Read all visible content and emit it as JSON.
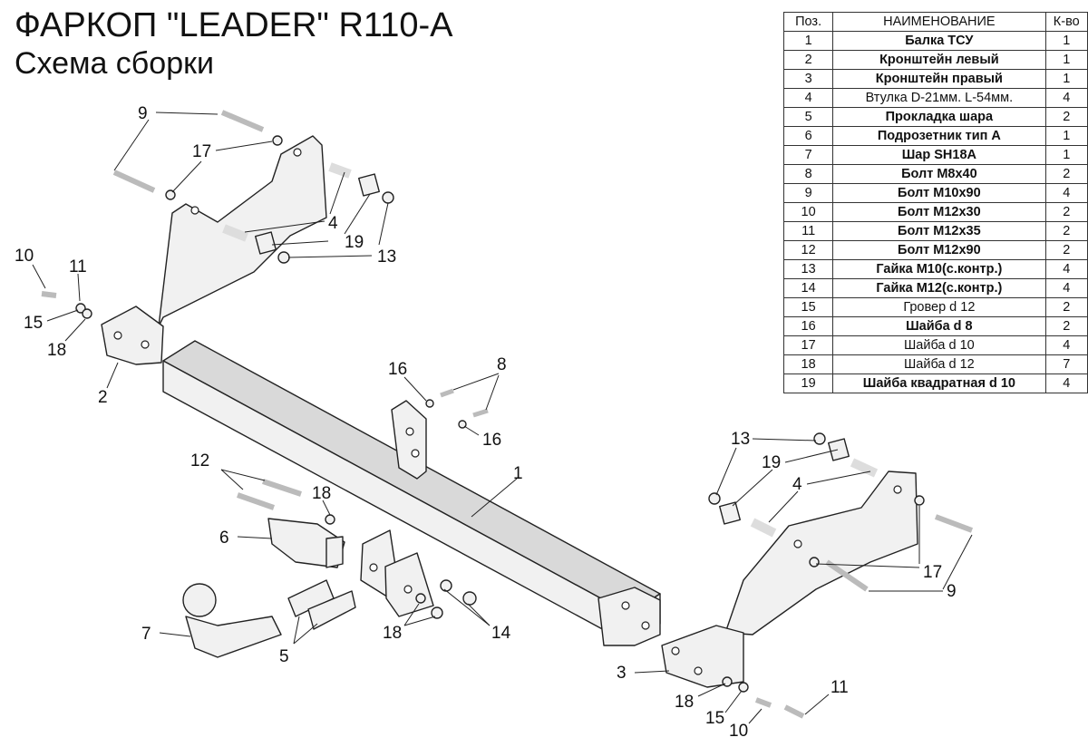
{
  "title": "ФАРКОП \"LEADER\" R110-A",
  "subtitle": "Схема сборки",
  "table": {
    "headers": [
      "Поз.",
      "НАИМЕНОВАНИЕ",
      "К-во"
    ],
    "rows": [
      {
        "pos": "1",
        "name": "Балка ТСУ",
        "qty": "1",
        "bold": true
      },
      {
        "pos": "2",
        "name": "Кронштейн левый",
        "qty": "1",
        "bold": true
      },
      {
        "pos": "3",
        "name": "Кронштейн правый",
        "qty": "1",
        "bold": true
      },
      {
        "pos": "4",
        "name": "Втулка D-21мм. L-54мм.",
        "qty": "4",
        "bold": false
      },
      {
        "pos": "5",
        "name": "Прокладка шара",
        "qty": "2",
        "bold": true
      },
      {
        "pos": "6",
        "name": "Подрозетник тип А",
        "qty": "1",
        "bold": true
      },
      {
        "pos": "7",
        "name": "Шар SH18A",
        "qty": "1",
        "bold": true
      },
      {
        "pos": "8",
        "name": "Болт М8х40",
        "qty": "2",
        "bold": true
      },
      {
        "pos": "9",
        "name": "Болт  М10х90",
        "qty": "4",
        "bold": true
      },
      {
        "pos": "10",
        "name": "Болт М12х30",
        "qty": "2",
        "bold": true
      },
      {
        "pos": "11",
        "name": "Болт М12х35",
        "qty": "2",
        "bold": true
      },
      {
        "pos": "12",
        "name": "Болт М12х90",
        "qty": "2",
        "bold": true
      },
      {
        "pos": "13",
        "name": "Гайка М10(с.контр.)",
        "qty": "4",
        "bold": true
      },
      {
        "pos": "14",
        "name": "Гайка М12(с.контр.)",
        "qty": "4",
        "bold": true
      },
      {
        "pos": "15",
        "name": "Гровер d 12",
        "qty": "2",
        "bold": false
      },
      {
        "pos": "16",
        "name": "Шайба d 8",
        "qty": "2",
        "bold": true
      },
      {
        "pos": "17",
        "name": "Шайба d 10",
        "qty": "4",
        "bold": false
      },
      {
        "pos": "18",
        "name": "Шайба d 12",
        "qty": "7",
        "bold": false
      },
      {
        "pos": "19",
        "name": "Шайба квадратная d 10",
        "qty": "4",
        "bold": true
      }
    ]
  },
  "callouts": [
    "1",
    "2",
    "3",
    "4",
    "5",
    "6",
    "7",
    "8",
    "9",
    "10",
    "11",
    "12",
    "13",
    "14",
    "15",
    "16",
    "17",
    "18",
    "19"
  ]
}
